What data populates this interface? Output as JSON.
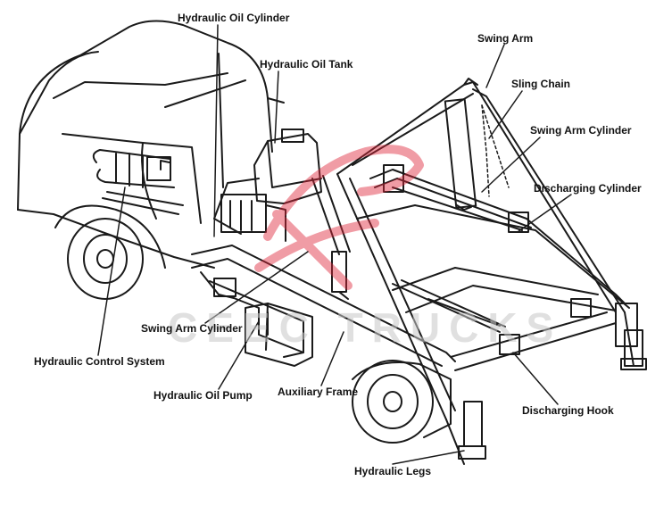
{
  "labels": {
    "hydraulic_oil_cylinder": "Hydraulic Oil Cylinder",
    "hydraulic_oil_tank": "Hydraulic Oil Tank",
    "swing_arm": "Swing Arm",
    "sling_chain": "Sling Chain",
    "swing_arm_cylinder_right": "Swing Arm Cylinder",
    "discharging_cylinder": "Discharging Cylinder",
    "swing_arm_cylinder_left": "Swing Arm Cylinder",
    "hydraulic_control_system": "Hydraulic Control System",
    "hydraulic_oil_pump": "Hydraulic Oil Pump",
    "auxiliary_frame": "Auxiliary Frame",
    "discharging_hook": "Discharging Hook",
    "hydraulic_legs": "Hydraulic Legs"
  },
  "watermark": "CEEC TRUCKS",
  "colors": {
    "line": "#1a1a1a",
    "logo_red": "#e0263a",
    "watermark": "#c8c8c8"
  }
}
